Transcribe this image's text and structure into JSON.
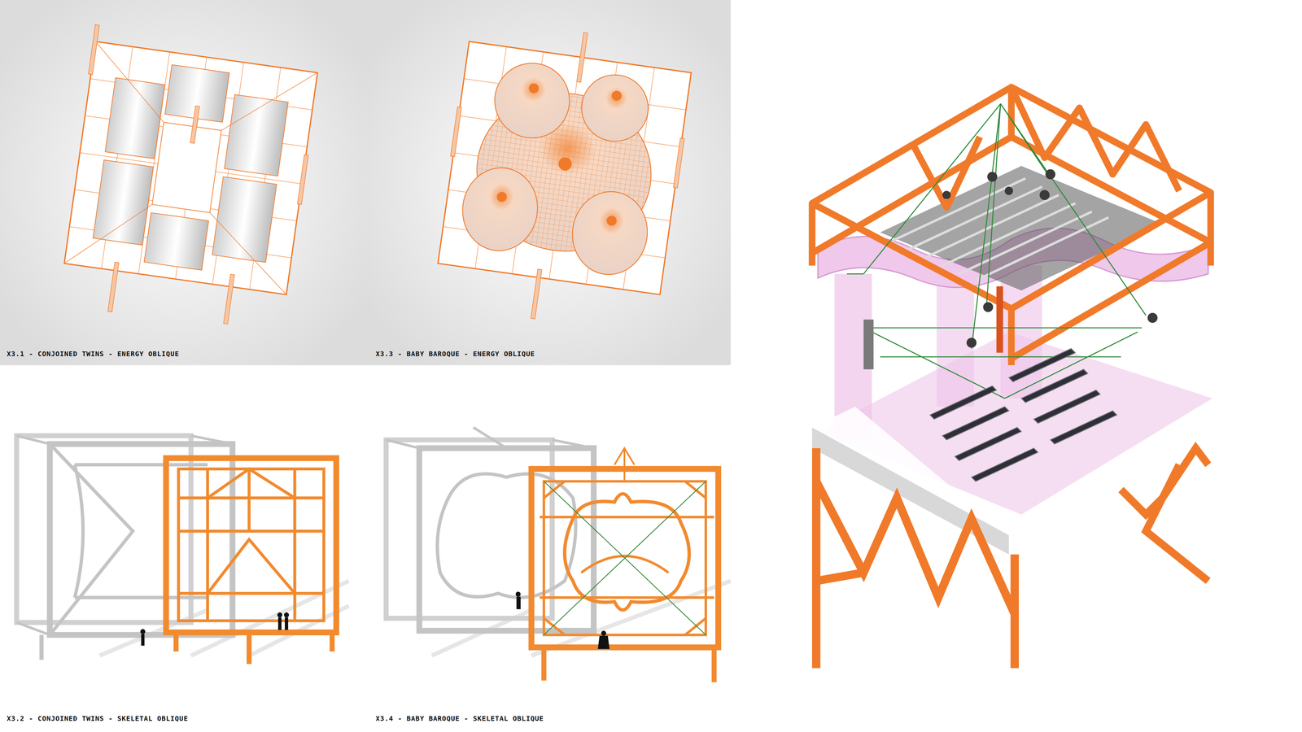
{
  "diagram": {
    "labels": [
      "X3.1 - CONJOINED TWINS - ENERGY OBLIQUE",
      "X3.3 - BABY BAROQUE - ENERGY OBLIQUE",
      "X3.2 - CONJOINED TWINS - SKELETAL OBLIQUE",
      "X3.4 - BABY BAROQUE - SKELETAL OBLIQUE"
    ]
  }
}
